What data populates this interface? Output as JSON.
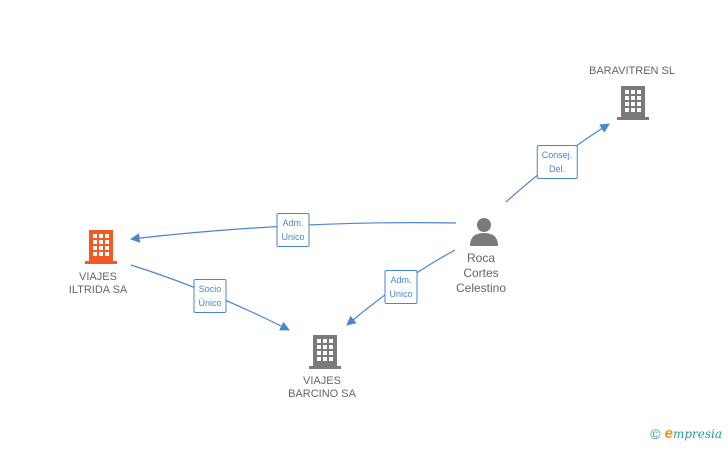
{
  "colors": {
    "edge": "#4a86cf",
    "company": "#7a7a7a",
    "company_highlight": "#f15a24",
    "person": "#7a7a7a",
    "label_text": "#666666"
  },
  "nodes": {
    "baravitren": {
      "name": "BARAVITREN SL",
      "icon": "building-icon"
    },
    "roca": {
      "name_line1": "Roca",
      "name_line2": "Cortes",
      "name_line3": "Celestino",
      "icon": "person-icon"
    },
    "viajes_iltrida": {
      "name_line1": "VIAJES",
      "name_line2": "ILTRIDA SA",
      "icon": "building-icon"
    },
    "viajes_barcino": {
      "name_line1": "VIAJES",
      "name_line2": "BARCINO SA",
      "icon": "building-icon"
    }
  },
  "edges": {
    "consej": {
      "line1": "Consej.",
      "line2": "Del."
    },
    "adm_iltrida": {
      "line1": "Adm.",
      "line2": "Unico"
    },
    "adm_barcino": {
      "line1": "Adm.",
      "line2": "Unico"
    },
    "socio": {
      "line1": "Socio",
      "line2": "Único"
    }
  },
  "footer": {
    "copyright": "©",
    "brand_initial": "e",
    "brand_rest": "mpresia"
  }
}
